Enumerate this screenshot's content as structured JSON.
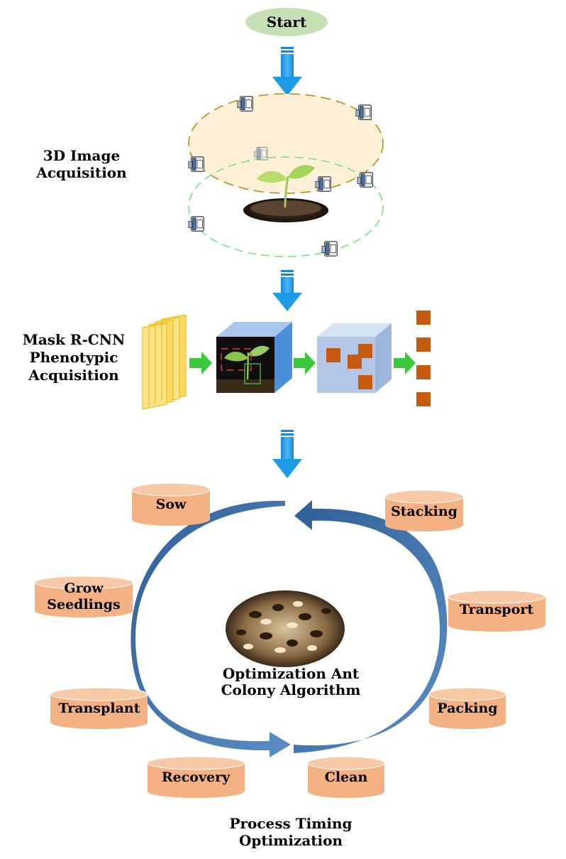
{
  "start": {
    "label": "Start"
  },
  "stages": {
    "acquisition": {
      "label_line1": "3D Image",
      "label_line2": "Acquisition"
    },
    "phenotypic": {
      "label_line1": "Mask R-CNN",
      "label_line2": "Phenotypic",
      "label_line3": "Acquisition"
    },
    "optimization": {
      "label_line1": "Process Timing",
      "label_line2": "Optimization"
    }
  },
  "center": {
    "label_line1": "Optimization Ant",
    "label_line2": "Colony Algorithm"
  },
  "processes": {
    "sow": "Sow",
    "stacking": "Stacking",
    "grow_line1": "Grow",
    "grow_line2": "Seedlings",
    "transport": "Transport",
    "transplant": "Transplant",
    "packing": "Packing",
    "recovery": "Recovery",
    "clean": "Clean"
  },
  "colors": {
    "start_fill": "#c5e0b4",
    "flow_arrow": "#1e9be6",
    "process_fill": "#f4b183",
    "cycle_arrow": "#3f73ab",
    "feature_map": "#ffd966",
    "cube_front": "#4a8fd8",
    "cube_light": "#b4c7e7",
    "output_block": "#c55a11",
    "step_arrow": "#3cc83c"
  }
}
